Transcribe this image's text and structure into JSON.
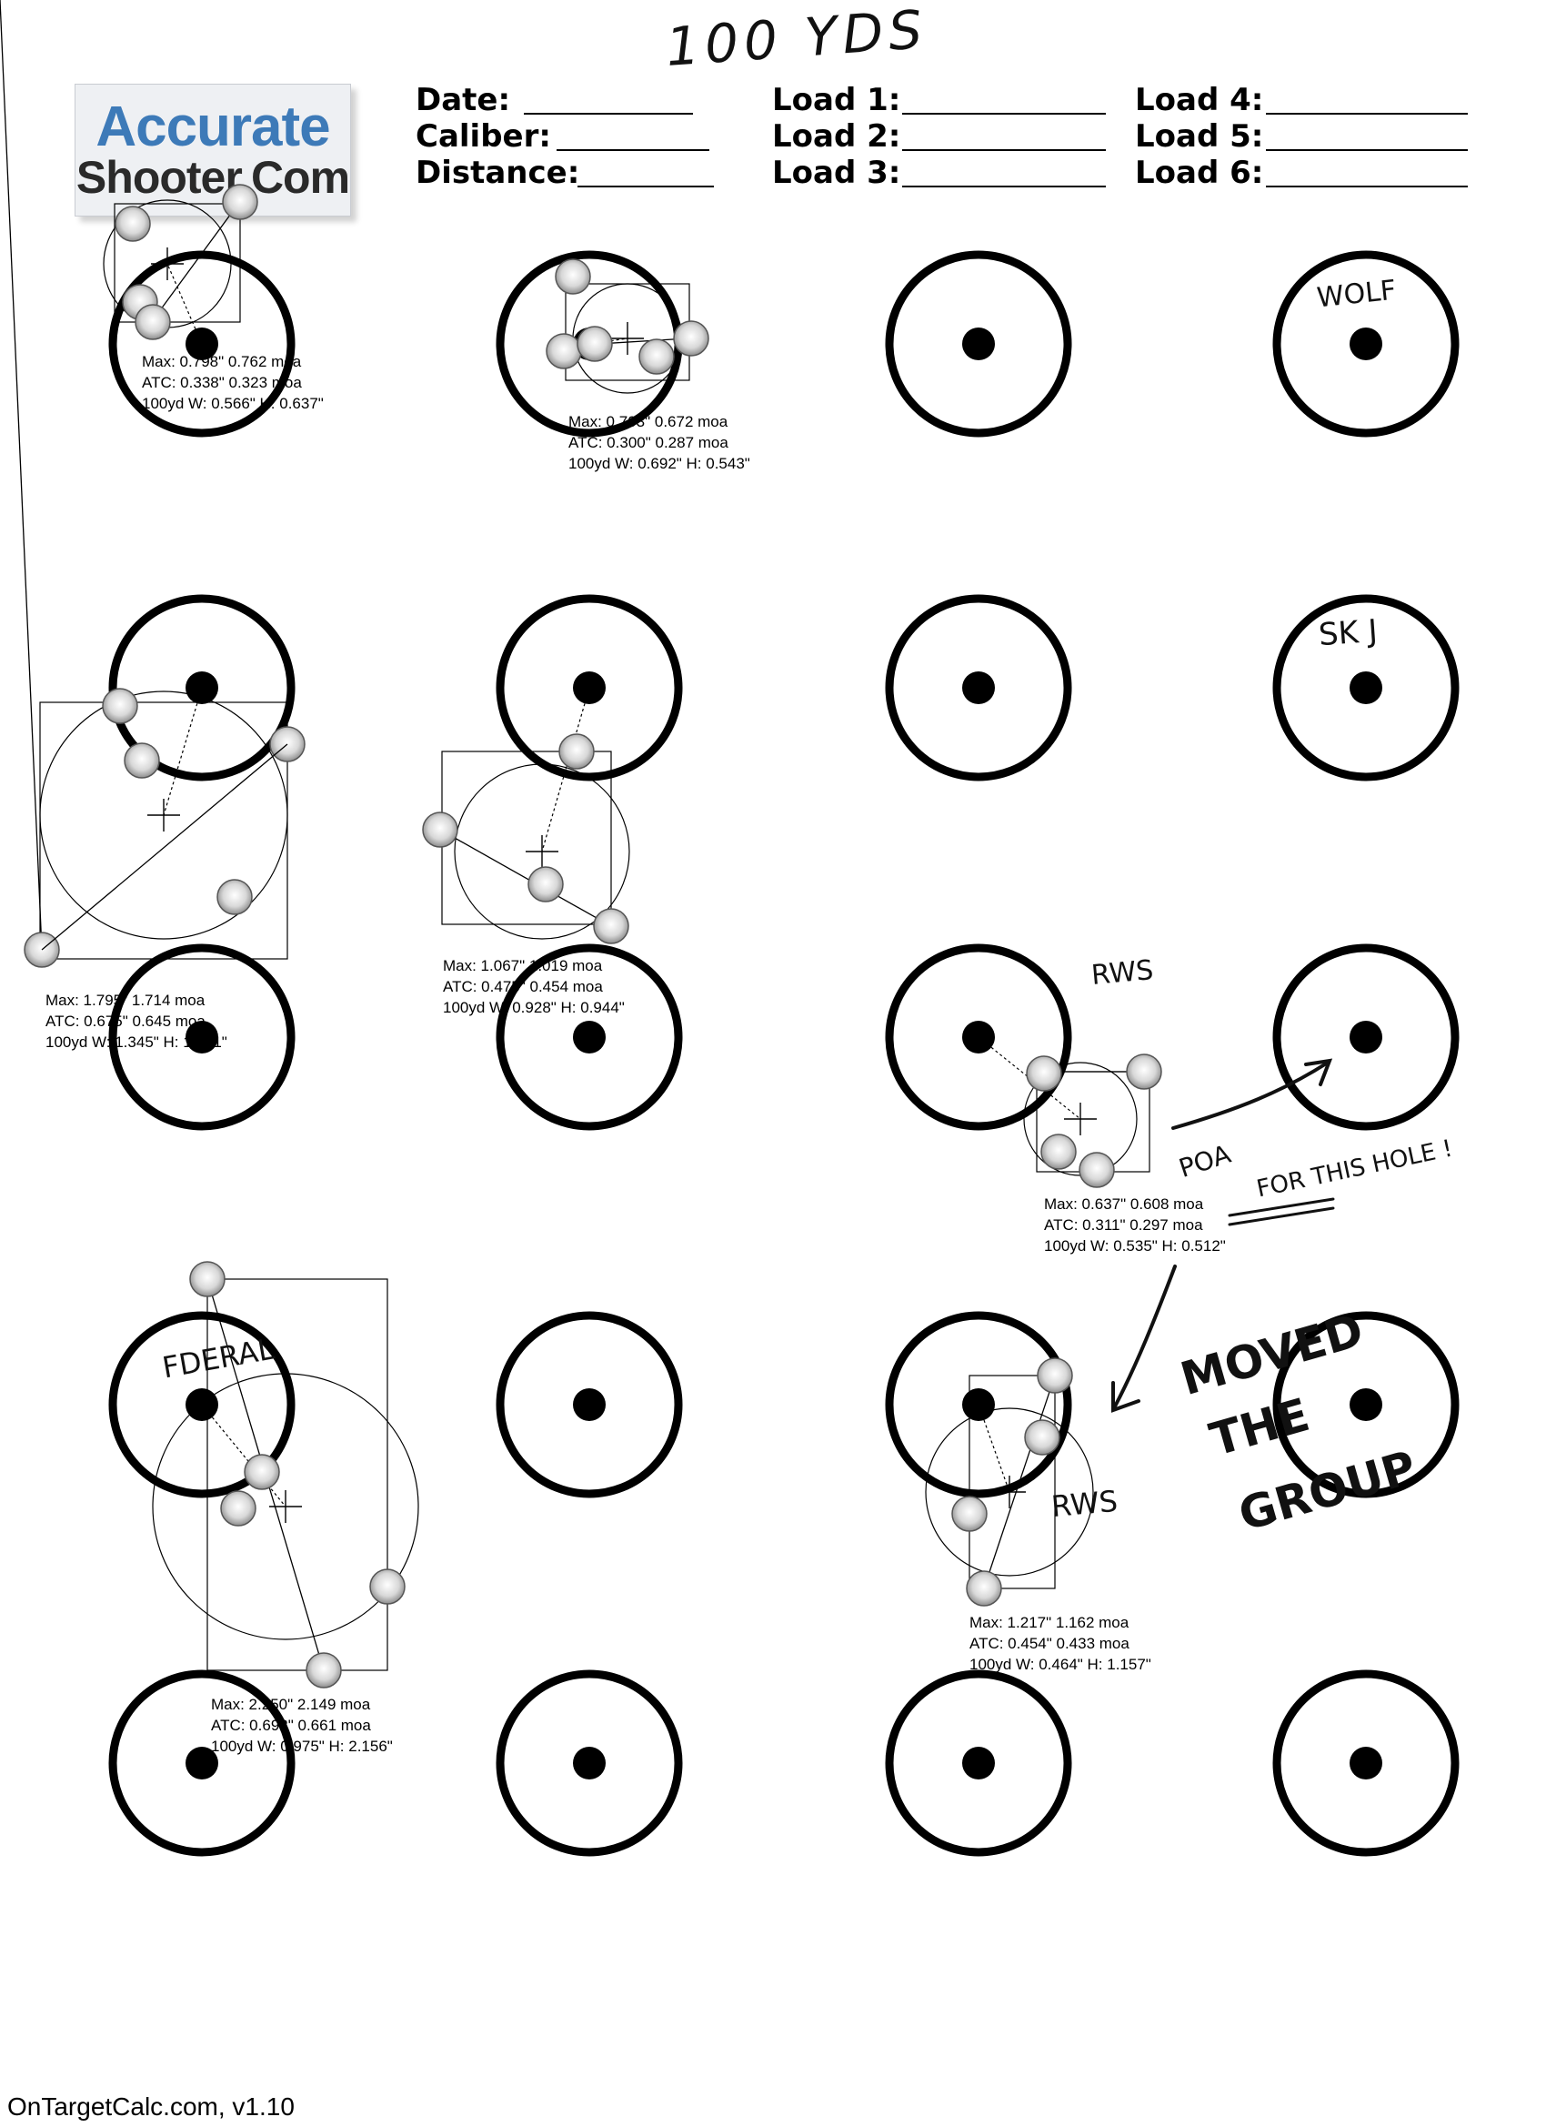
{
  "title_handwritten": "100 YDS",
  "logo": {
    "top": "Accurate",
    "bottom": "Shooter.Com"
  },
  "header_fields": [
    {
      "label": "Date:",
      "value": ""
    },
    {
      "label": "Caliber:",
      "value": ""
    },
    {
      "label": "Distance:",
      "value": ""
    },
    {
      "label": "Load 1:",
      "value": ""
    },
    {
      "label": "Load 2:",
      "value": ""
    },
    {
      "label": "Load 3:",
      "value": ""
    },
    {
      "label": "Load 4:",
      "value": ""
    },
    {
      "label": "Load 5:",
      "value": ""
    },
    {
      "label": "Load 6:",
      "value": ""
    }
  ],
  "groups": [
    {
      "max": "Max: 0.798\" 0.762 moa",
      "atc": "ATC: 0.338\" 0.323 moa",
      "dims": "100yd  W: 0.566\" H: 0.637\""
    },
    {
      "max": "Max: 0.703\" 0.672 moa",
      "atc": "ATC: 0.300\" 0.287 moa",
      "dims": "100yd  W: 0.692\" H: 0.543\""
    },
    {
      "max": "Max: 1.795\" 1.714 moa",
      "atc": "ATC: 0.675\" 0.645 moa",
      "dims": "100yd  W: 1.345\" H: 1.401\""
    },
    {
      "max": "Max: 1.067\" 1.019 moa",
      "atc": "ATC: 0.475\" 0.454 moa",
      "dims": "100yd  W: 0.928\" H: 0.944\""
    },
    {
      "max": "Max: 0.637\" 0.608 moa",
      "atc": "ATC: 0.311\" 0.297 moa",
      "dims": "100yd  W: 0.535\" H: 0.512\""
    },
    {
      "max": "Max: 2.250\" 2.149 moa",
      "atc": "ATC: 0.692\" 0.661 moa",
      "dims": "100yd  W: 0.975\" H: 2.156\""
    },
    {
      "max": "Max: 1.217\" 1.162 moa",
      "atc": "ATC: 0.454\" 0.433 moa",
      "dims": "100yd  W: 0.464\" H: 1.157\""
    }
  ],
  "handwritten_notes": {
    "wolf": "WOLF",
    "skj": "SK J",
    "rws_1": "RWS",
    "rws_2": "RWS",
    "fed": "FDERAL",
    "poa": "POA",
    "for_this_hole": "FOR THIS HOLE !",
    "moved_line1": "MOVED",
    "moved_line2": "THE",
    "moved_line3": "GROUP"
  },
  "footer": "OnTargetCalc.com, v1.10"
}
